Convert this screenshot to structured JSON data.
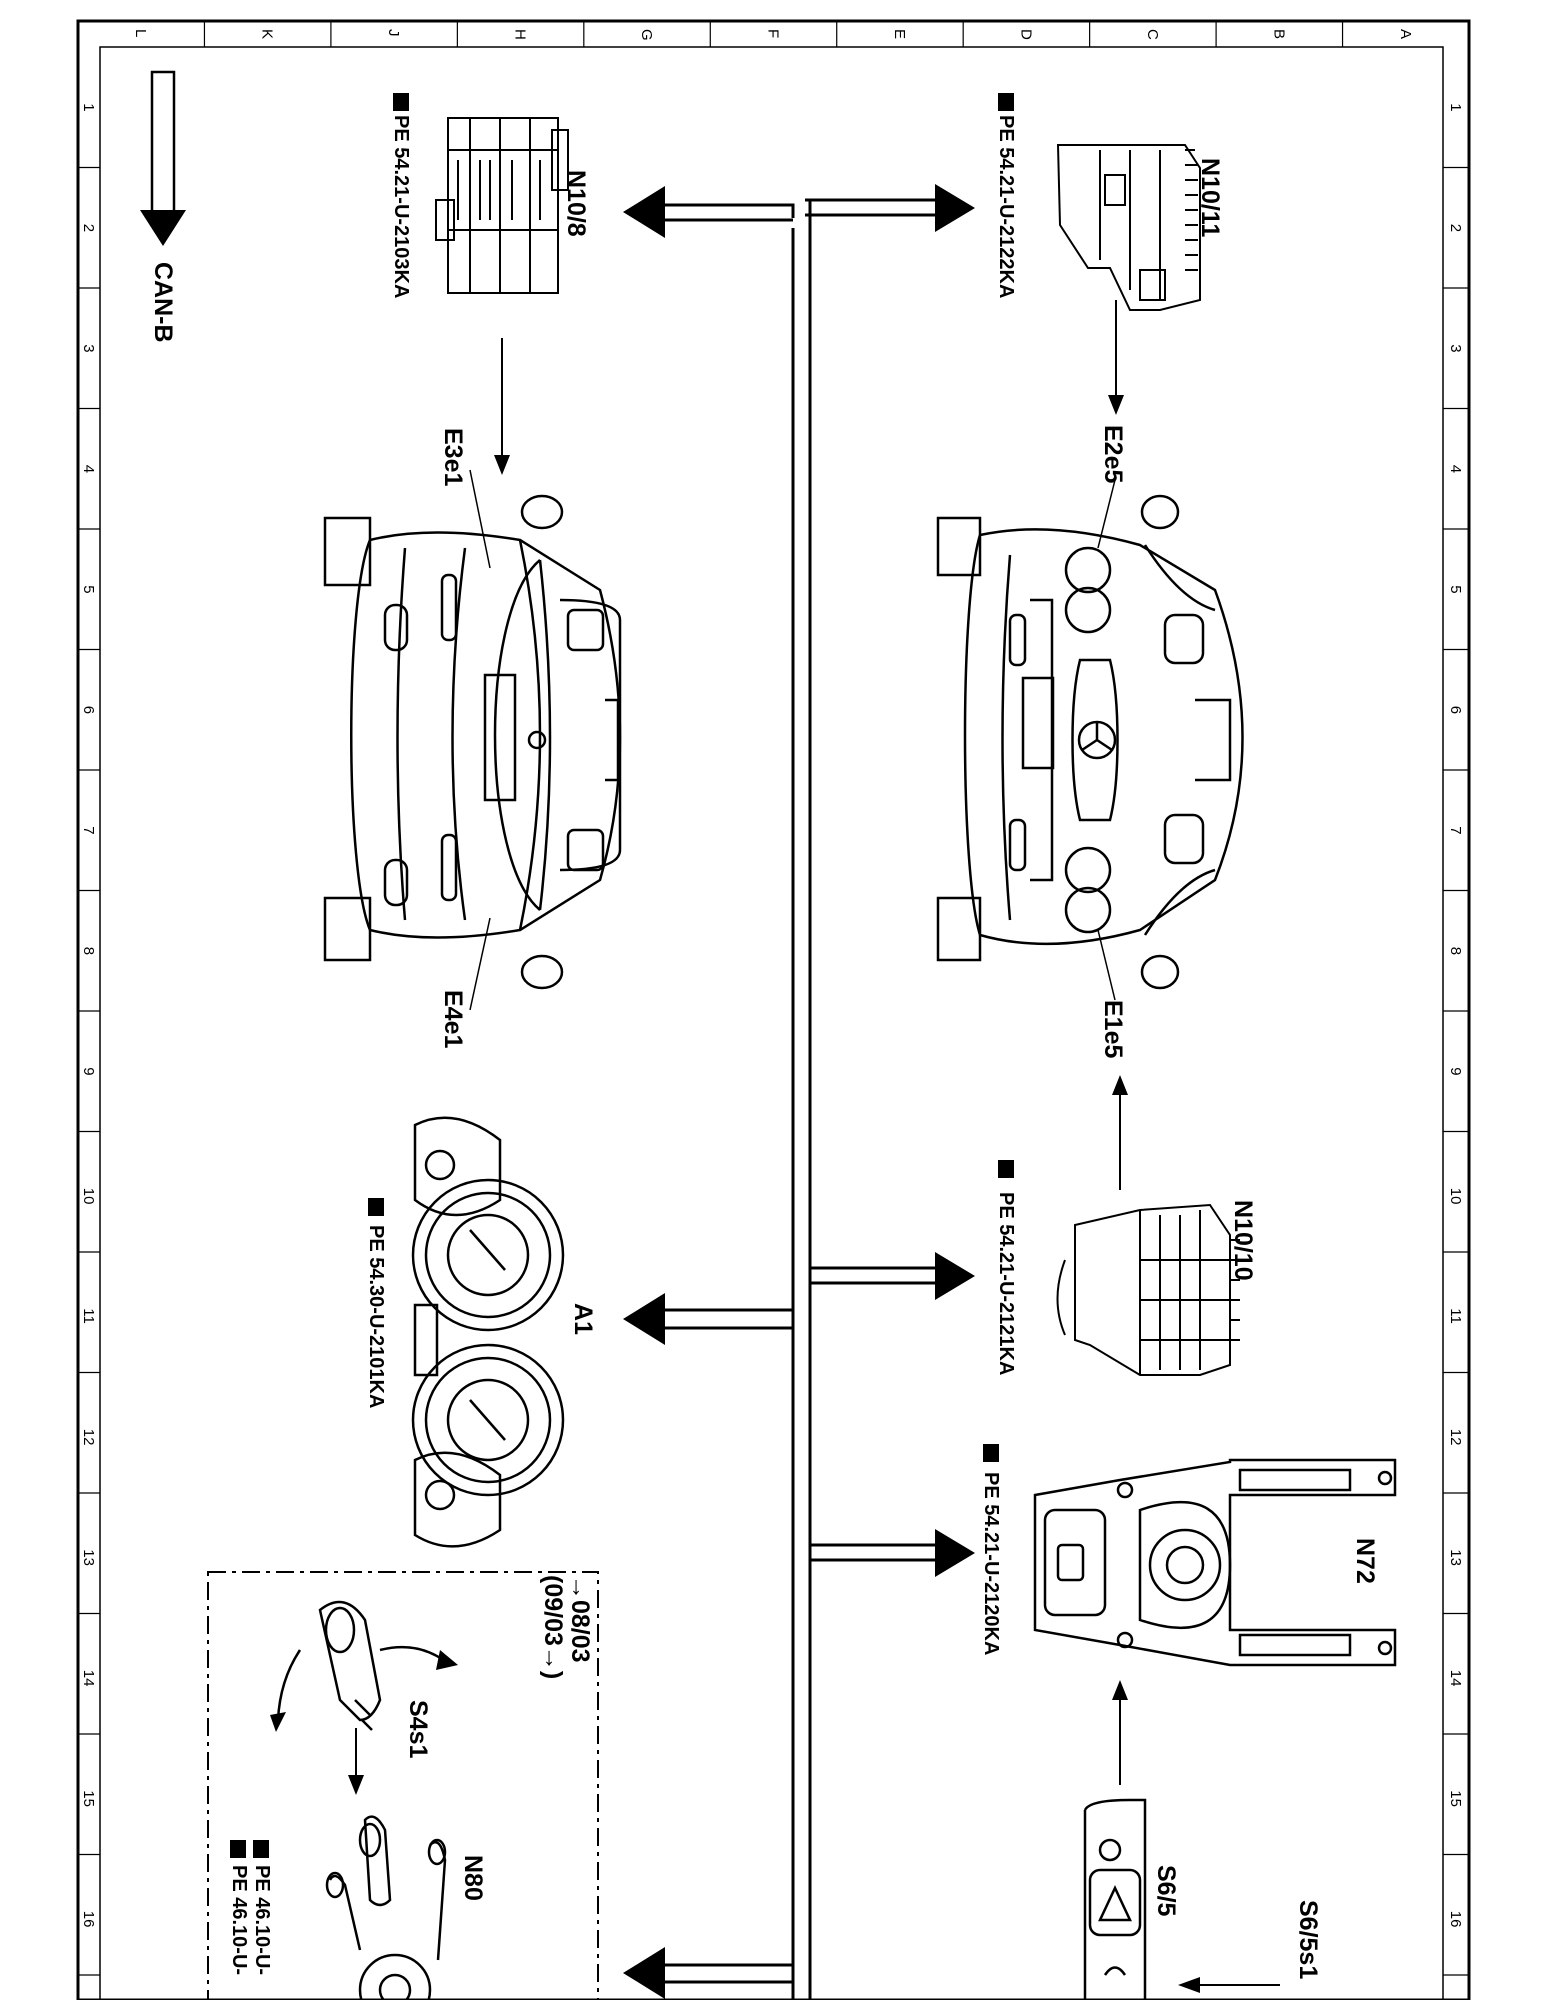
{
  "grid": {
    "letters": [
      "L",
      "K",
      "J",
      "H",
      "G",
      "F",
      "E",
      "D",
      "C",
      "B",
      "A"
    ],
    "numbers": [
      "1",
      "2",
      "3",
      "4",
      "5",
      "6",
      "7",
      "8",
      "9",
      "10",
      "11",
      "12",
      "13",
      "14",
      "15",
      "16"
    ]
  },
  "legend": {
    "bus_label": "CAN-B"
  },
  "components": {
    "n10_8": {
      "label": "N10/8",
      "ref": "PE 54.21-U-2103KA"
    },
    "n10_11": {
      "label": "N10/11",
      "ref": "PE 54.21-U-2122KA"
    },
    "e3e1": {
      "label": "E3e1"
    },
    "e4e1": {
      "label": "E4e1"
    },
    "e2e5": {
      "label": "E2e5"
    },
    "e1e5": {
      "label": "E1e5"
    },
    "a1": {
      "label": "A1",
      "ref": "PE 54.30-U-2101KA"
    },
    "n10_10": {
      "label": "N10/10",
      "ref": "PE 54.21-U-2121KA"
    },
    "n72": {
      "label": "N72",
      "ref": "PE 54.21-U-2120KA"
    },
    "s4s1": {
      "label": "S4s1"
    },
    "n80": {
      "label": "N80",
      "ref1": "PE 46.10-U-",
      "ref2": "PE 46.10-U-"
    },
    "s6_5": {
      "label": "S6/5"
    },
    "s6_5s1": {
      "label": "S6/5s1"
    },
    "validity": {
      "line1": "→08/03",
      "line2": "(09/03→)"
    }
  }
}
